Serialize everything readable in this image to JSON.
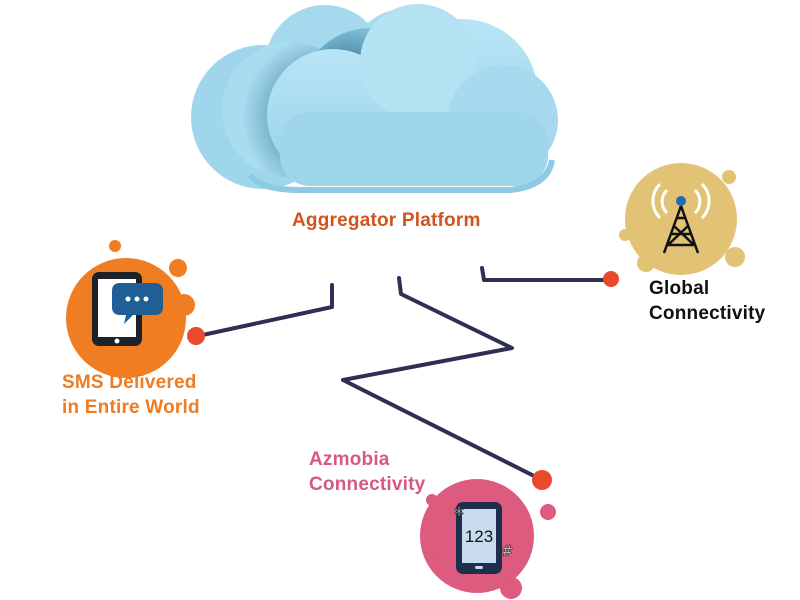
{
  "platform": {
    "label": "Aggregator Platform",
    "cloud_color": "#a8dcef",
    "label_color": "#d0541c"
  },
  "nodes": [
    {
      "id": "global",
      "lines": [
        "Global",
        "Connectivity"
      ],
      "icon": "cell-tower-icon",
      "color": "#e2c274",
      "label_color": "#111111"
    },
    {
      "id": "sms",
      "lines": [
        "SMS Delivered",
        "in Entire World"
      ],
      "icon": "phone-chat-icon",
      "color": "#f07d22",
      "label_color": "#ef7b22"
    },
    {
      "id": "azmobia",
      "lines": [
        "Azmobia",
        "Connectivity"
      ],
      "icon": "phone-dialpad-icon",
      "dialpad_text": "123",
      "color": "#dc5b7e",
      "label_color": "#d65a7e"
    }
  ],
  "connector_color": "#2f2f55",
  "endpoint_color": "#e84a2b"
}
